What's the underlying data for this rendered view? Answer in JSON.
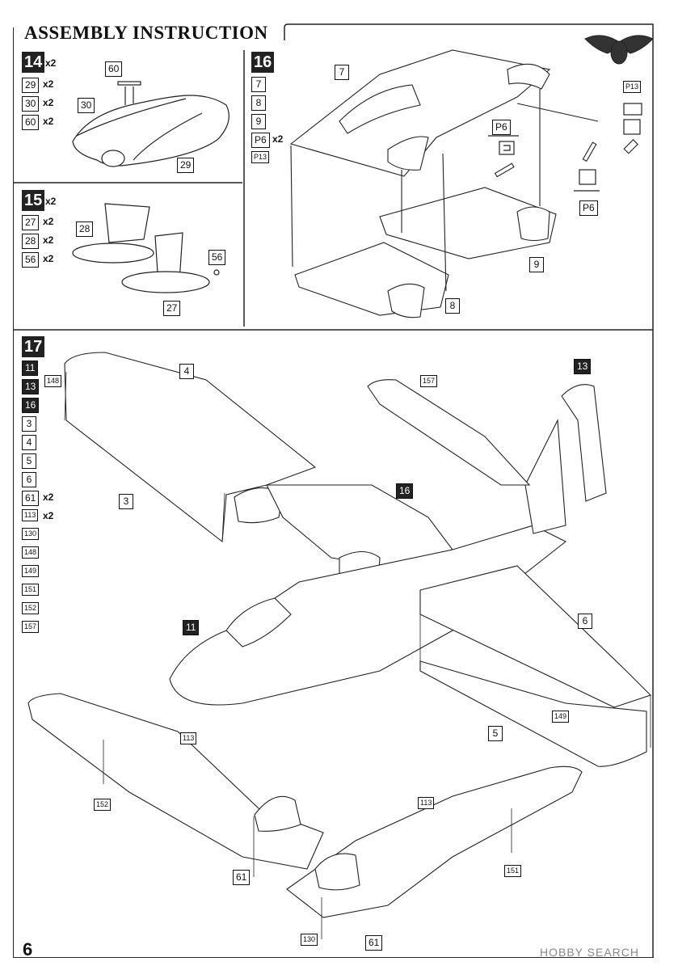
{
  "header": {
    "title": "ASSEMBLY INSTRUCTION",
    "page_number": "6"
  },
  "watermark": "HOBBY SEARCH",
  "step14": {
    "number": "14",
    "count": "x2",
    "parts": [
      {
        "id": "29",
        "qty": "x2"
      },
      {
        "id": "30",
        "qty": "x2"
      },
      {
        "id": "60",
        "qty": "x2"
      }
    ],
    "callouts": {
      "a": "60",
      "b": "30",
      "c": "29"
    }
  },
  "step15": {
    "number": "15",
    "count": "x2",
    "parts": [
      {
        "id": "27",
        "qty": "x2"
      },
      {
        "id": "28",
        "qty": "x2"
      },
      {
        "id": "56",
        "qty": "x2"
      }
    ],
    "callouts": {
      "a": "28",
      "b": "56",
      "c": "27"
    }
  },
  "step16": {
    "number": "16",
    "parts": [
      {
        "id": "7",
        "qty": ""
      },
      {
        "id": "8",
        "qty": ""
      },
      {
        "id": "9",
        "qty": ""
      },
      {
        "id": "P6",
        "qty": "x2"
      },
      {
        "id": "P13",
        "qty": ""
      }
    ],
    "callouts": {
      "a": "7",
      "b": "P13",
      "c": "P6",
      "d": "P6",
      "e": "9",
      "f": "8"
    }
  },
  "step17": {
    "number": "17",
    "parts": [
      {
        "id": "11",
        "qty": "",
        "dark": true
      },
      {
        "id": "13",
        "qty": "",
        "dark": true
      },
      {
        "id": "16",
        "qty": "",
        "dark": true
      },
      {
        "id": "3",
        "qty": ""
      },
      {
        "id": "4",
        "qty": ""
      },
      {
        "id": "5",
        "qty": ""
      },
      {
        "id": "6",
        "qty": ""
      },
      {
        "id": "61",
        "qty": "x2"
      },
      {
        "id": "113",
        "qty": "x2"
      },
      {
        "id": "130",
        "qty": ""
      },
      {
        "id": "148",
        "qty": ""
      },
      {
        "id": "149",
        "qty": ""
      },
      {
        "id": "151",
        "qty": ""
      },
      {
        "id": "152",
        "qty": ""
      },
      {
        "id": "157",
        "qty": ""
      }
    ],
    "callouts": {
      "c148": "148",
      "c4": "4",
      "c3": "3",
      "c157": "157",
      "c13": "13",
      "c16": "16",
      "c11": "11",
      "c6": "6",
      "c149": "149",
      "c5": "5",
      "c113a": "113",
      "c152": "152",
      "c61a": "61",
      "c113b": "113",
      "c151": "151",
      "c130": "130",
      "c61b": "61"
    }
  }
}
